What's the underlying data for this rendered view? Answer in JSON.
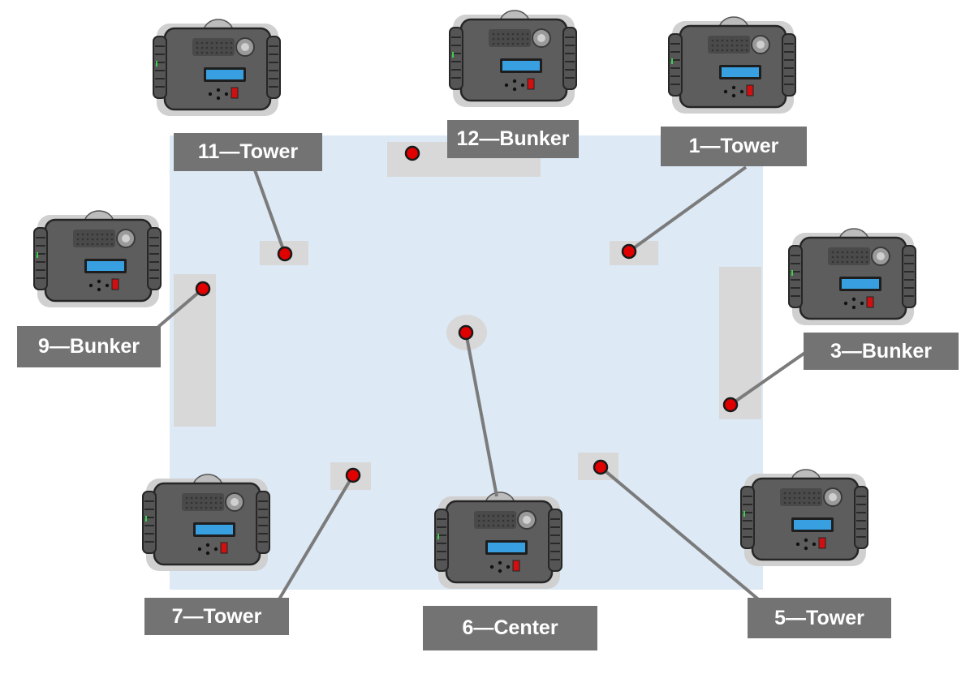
{
  "colors": {
    "field": "#dde9f5",
    "zone": "#d8d8d8",
    "label_bg": "#737373",
    "label_text": "#ffffff",
    "marker": "#e00000",
    "device_body": "#5d5d5d",
    "device_screen": "#38a0e0"
  },
  "positions": [
    {
      "id": "p1",
      "label": "1—Tower"
    },
    {
      "id": "p3",
      "label": "3—Bunker"
    },
    {
      "id": "p5",
      "label": "5—Tower"
    },
    {
      "id": "p6",
      "label": "6—Center"
    },
    {
      "id": "p7",
      "label": "7—Tower"
    },
    {
      "id": "p9",
      "label": "9—Bunker"
    },
    {
      "id": "p11",
      "label": "11—Tower"
    },
    {
      "id": "p12",
      "label": "12—Bunker"
    }
  ],
  "devices": [
    {
      "id": "d11",
      "icon": "base-station-device-icon"
    },
    {
      "id": "d12",
      "icon": "base-station-device-icon"
    },
    {
      "id": "d1",
      "icon": "base-station-device-icon"
    },
    {
      "id": "d9",
      "icon": "base-station-device-icon"
    },
    {
      "id": "d3",
      "icon": "base-station-device-icon"
    },
    {
      "id": "d7",
      "icon": "base-station-device-icon"
    },
    {
      "id": "d6",
      "icon": "base-station-device-icon"
    },
    {
      "id": "d5",
      "icon": "base-station-device-icon"
    }
  ]
}
